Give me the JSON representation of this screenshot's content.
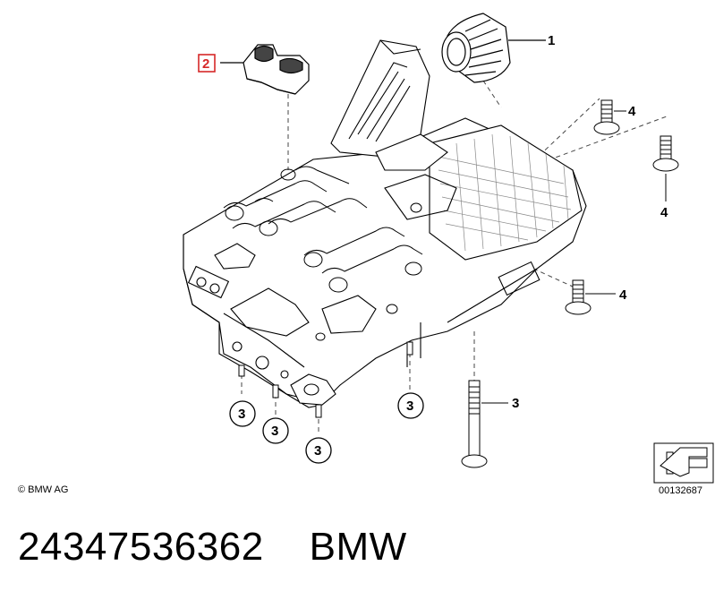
{
  "diagram": {
    "callouts": {
      "c1": "1",
      "c2": "2",
      "c3a": "3",
      "c3b": "3",
      "c3c": "3",
      "c3d": "3",
      "c3e": "3",
      "c4a": "4",
      "c4b": "4",
      "c4c": "4"
    },
    "copyright": "© BMW AG",
    "reference_code": "00132687",
    "highlight_color": "#d62828"
  },
  "footer": {
    "part_number": "24347536362",
    "brand": "BMW"
  }
}
